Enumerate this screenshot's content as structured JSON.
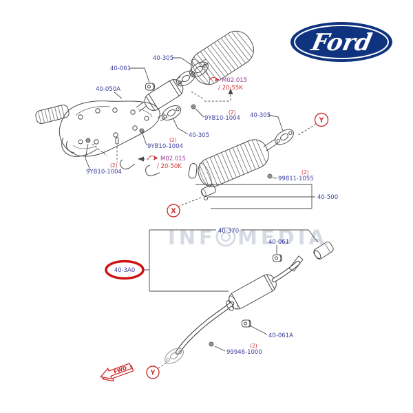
{
  "brand": {
    "logo_text": "Ford",
    "logo_color": "#10337f"
  },
  "watermark": {
    "left": "INF",
    "right": "MEDIA",
    "color": "#d6dae3"
  },
  "colors": {
    "label_blue": "#3c3c9e",
    "callout_red": "#cc3333",
    "ref_purple": "#9a3d96",
    "highlight_red": "#cc1111",
    "line_gray": "#4a4a4a"
  },
  "upper": {
    "p40305_top": "40-305",
    "p40061": "40-061",
    "p40050a": "40-050A",
    "p40305_mid": "40-305",
    "p40305_right": "40-305",
    "p40500": "40-500",
    "stud_right": "9YB10-1004",
    "stud_right_qty": "(2)",
    "stud_mid": "9YB10-1004",
    "stud_mid_qty": "(2)",
    "stud_left": "9YB10-1004",
    "stud_left_qty": "(2)",
    "nut99811": "99811-1055",
    "nut99811_qty": "(2)",
    "ref_top_line1": "M02.015",
    "ref_top_line2": "/ 20-55K",
    "ref_mid_line1": "M02.015",
    "ref_mid_line2": "/ 20-50K",
    "marker_x": "X",
    "marker_y": "Y"
  },
  "lower": {
    "p40370": "40-370",
    "p40061": "40-061",
    "highlight": "40-3A0",
    "p40061a": "40-061A",
    "nut99946": "99946-1000",
    "nut99946_qty": "(2)",
    "marker_y": "Y",
    "fwd": "FWD"
  }
}
